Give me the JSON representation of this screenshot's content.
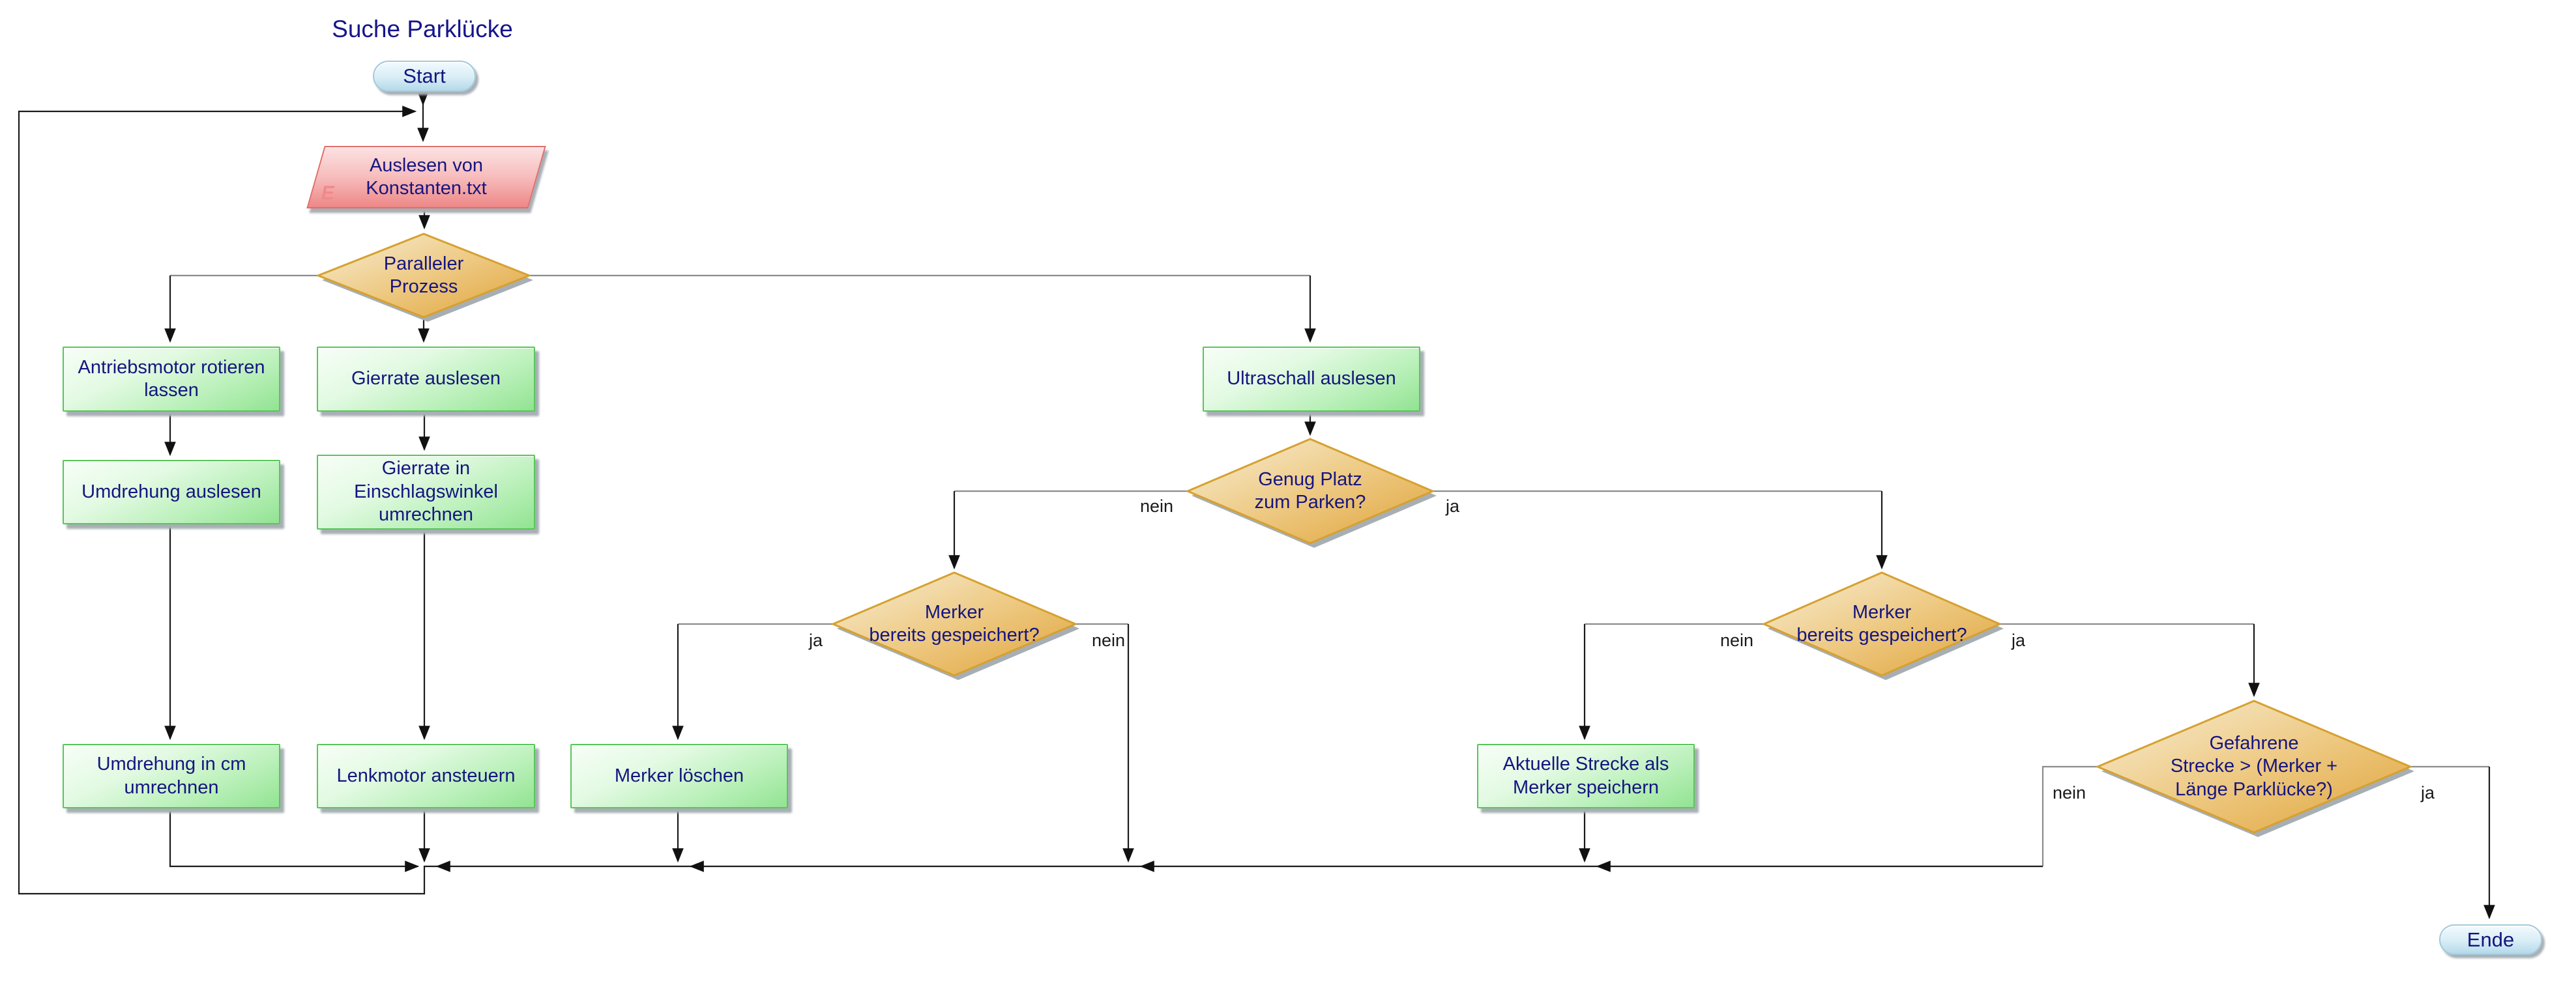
{
  "diagram": {
    "title": "Suche Parklücke",
    "nodes": {
      "start": {
        "type": "terminal",
        "label": "Start"
      },
      "read_constants": {
        "type": "io",
        "label": "Auslesen von\nKonstanten.txt",
        "badge": "E"
      },
      "parallel_process": {
        "type": "decision",
        "label": "Paralleler\nProzess"
      },
      "rotate_motor": {
        "type": "process",
        "label": "Antriebsmotor rotieren\nlassen"
      },
      "read_yaw": {
        "type": "process",
        "label": "Gierrate auslesen"
      },
      "read_ultrasonic": {
        "type": "process",
        "label": "Ultraschall auslesen"
      },
      "read_rotation": {
        "type": "process",
        "label": "Umdrehung auslesen"
      },
      "yaw_to_angle": {
        "type": "process",
        "label": "Gierrate in\nEinschlagswinkel\numrechnen"
      },
      "enough_space": {
        "type": "decision",
        "label": "Genug Platz\nzum Parken?"
      },
      "marker_stored_l": {
        "type": "decision",
        "label": "Merker\nbereits gespeichert?"
      },
      "marker_stored_r": {
        "type": "decision",
        "label": "Merker\nbereits gespeichert?"
      },
      "rotation_to_cm": {
        "type": "process",
        "label": "Umdrehung in cm\numrechnen"
      },
      "steer_motor": {
        "type": "process",
        "label": "Lenkmotor ansteuern"
      },
      "clear_marker": {
        "type": "process",
        "label": "Merker löschen"
      },
      "save_marker": {
        "type": "process",
        "label": "Aktuelle Strecke als\nMerker speichern"
      },
      "distance_check": {
        "type": "decision",
        "label": "Gefahrene\nStrecke > (Merker +\nLänge Parklücke?)"
      },
      "end": {
        "type": "terminal",
        "label": "Ende"
      }
    },
    "edge_labels": {
      "enough_space_no": "nein",
      "enough_space_yes": "ja",
      "marker_left_yes": "ja",
      "marker_left_no": "nein",
      "marker_right_no": "nein",
      "marker_right_yes": "ja",
      "distance_no": "nein",
      "distance_yes": "ja"
    },
    "colors": {
      "text_navy": "#15157f",
      "process_green": "#92e392",
      "decision_gold": "#e2a93c",
      "io_pink": "#ee8787",
      "terminal_blue": "#b4d9e9",
      "line_dark": "#1a1a1a",
      "line_gray": "#8c8c8c"
    }
  }
}
